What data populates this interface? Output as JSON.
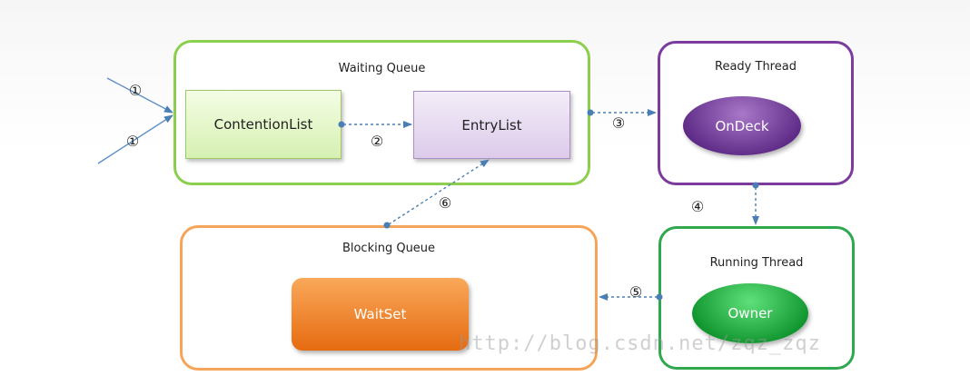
{
  "panels": {
    "waiting_queue": "Waiting Queue",
    "ready_thread": "Ready Thread",
    "blocking_queue": "Blocking Queue",
    "running_thread": "Running Thread"
  },
  "nodes": {
    "contention_list": "ContentionList",
    "entry_list": "EntryList",
    "on_deck": "OnDeck",
    "wait_set": "WaitSet",
    "owner": "Owner"
  },
  "steps": {
    "s1": "①",
    "s2": "②",
    "s3": "③",
    "s4": "④",
    "s5": "⑤",
    "s6": "⑥"
  },
  "watermark": "http://blog.csdn.net/zqz_zqz",
  "colors": {
    "waiting_border": "#8ccf4e",
    "ready_border": "#7b3c9d",
    "blocking_border": "#f5a55a",
    "running_border": "#2fa84f",
    "arrow": "#4a7fb5"
  }
}
